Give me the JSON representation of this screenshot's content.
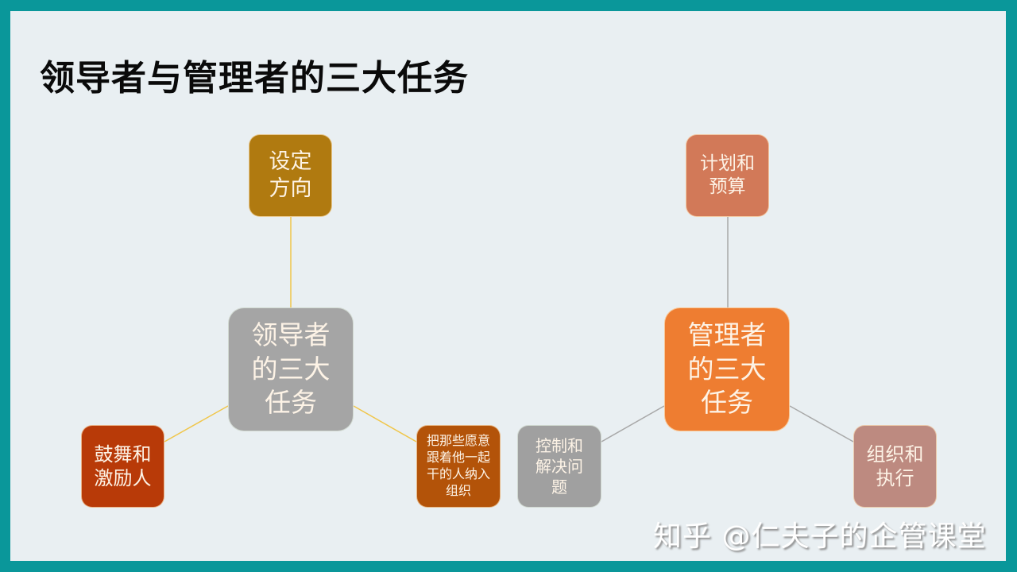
{
  "title": "领导者与管理者的三大任务",
  "colors": {
    "frame": "#0a979a",
    "background": "#e9eff2",
    "leader_line": "#f0c64a",
    "manager_line": "#a8a8a8"
  },
  "leader": {
    "center": {
      "line1": "领导者",
      "line2": "的三大",
      "line3": "任务",
      "color": "#a5a5a5"
    },
    "top": {
      "line1": "设定",
      "line2": "方向",
      "color": "#b07a10"
    },
    "left": {
      "line1": "鼓舞和",
      "line2": "激励人",
      "color": "#b83a08"
    },
    "right": {
      "line1": "把那些愿意",
      "line2": "跟着他一起",
      "line3": "干的人纳入",
      "line4": "组织",
      "color": "#b35309"
    }
  },
  "manager": {
    "center": {
      "line1": "管理者",
      "line2": "的三大",
      "line3": "任务",
      "color": "#ee7d31"
    },
    "top": {
      "line1": "计划和",
      "line2": "预算",
      "color": "#d27958"
    },
    "left": {
      "line1": "控制和",
      "line2": "解决问",
      "line3": "题",
      "color": "#a0a0a0"
    },
    "right": {
      "line1": "组织和",
      "line2": "执行",
      "color": "#bd8a80"
    }
  },
  "watermark": "知乎 @仁夫子的企管课堂"
}
